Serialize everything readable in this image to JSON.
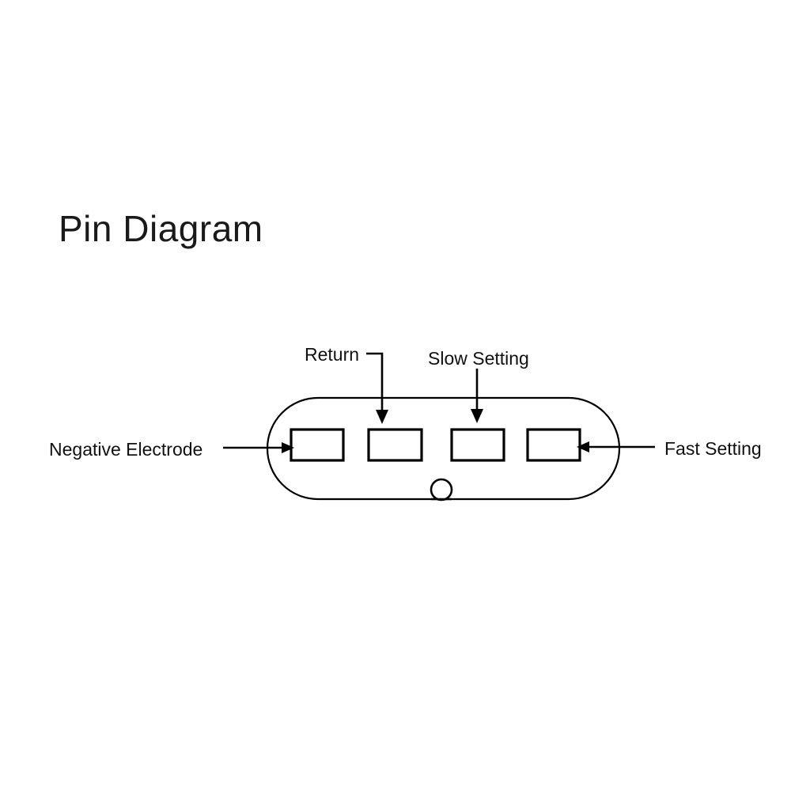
{
  "title": "Pin Diagram",
  "background_color": "#ffffff",
  "line_color": "#000000",
  "text_color": "#111111",
  "device": {
    "shape": "stadium",
    "name": "connector-body",
    "bottom_feature": "circle"
  },
  "pins": [
    {
      "index": 1,
      "name": "pin-1",
      "label": "Negative Electrode"
    },
    {
      "index": 2,
      "name": "pin-2",
      "label": "Return"
    },
    {
      "index": 3,
      "name": "pin-3",
      "label": "Slow Setting"
    },
    {
      "index": 4,
      "name": "pin-4",
      "label": "Fast Setting"
    }
  ],
  "labels": {
    "negative_electrode": "Negative Electrode",
    "return": "Return",
    "slow_setting": "Slow Setting",
    "fast_setting": "Fast Setting"
  }
}
